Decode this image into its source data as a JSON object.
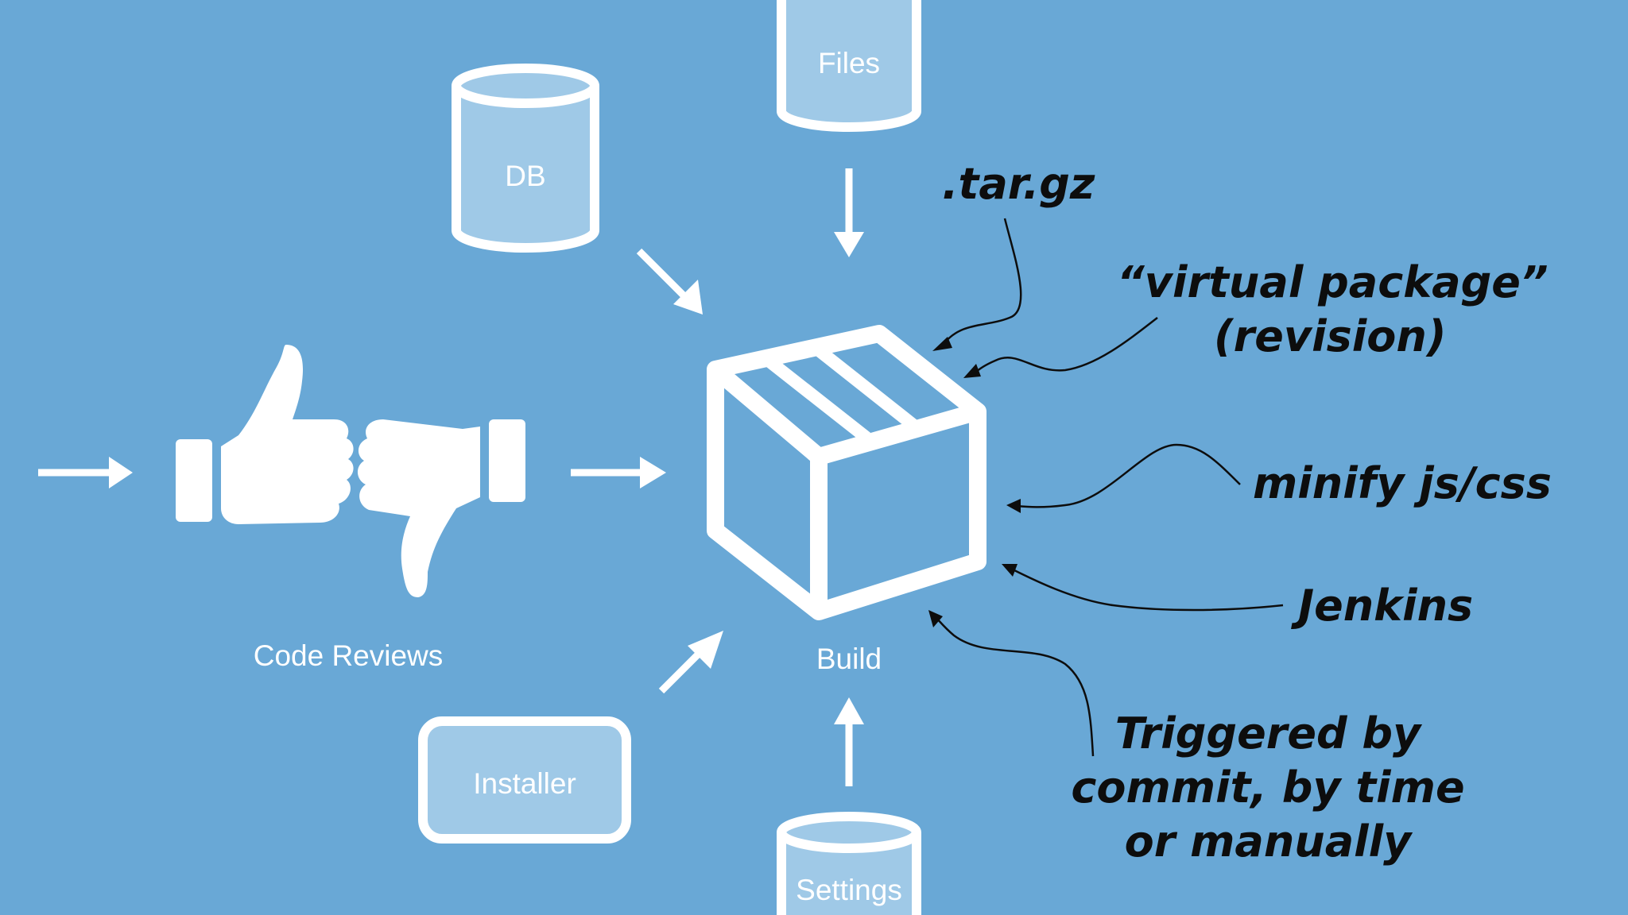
{
  "nodes": {
    "files": "Files",
    "db": "DB",
    "code_reviews": "Code Reviews",
    "build": "Build",
    "installer": "Installer",
    "settings": "Settings"
  },
  "annotations": {
    "tar_gz": ".tar.gz",
    "virtual_package_line1": "“virtual package”",
    "virtual_package_line2": "(revision)",
    "minify": "minify js/css",
    "jenkins": "Jenkins",
    "triggered_line1": "Triggered by",
    "triggered_line2": "commit, by time",
    "triggered_line3": "or manually"
  },
  "colors": {
    "background": "#69a8d6",
    "shape_fill": "#9fc9e7",
    "stroke": "#ffffff",
    "annotation": "#0d0d0d"
  },
  "icons": [
    "thumbs-up-icon",
    "thumbs-down-icon",
    "package-box-icon",
    "database-cylinder-icon"
  ]
}
